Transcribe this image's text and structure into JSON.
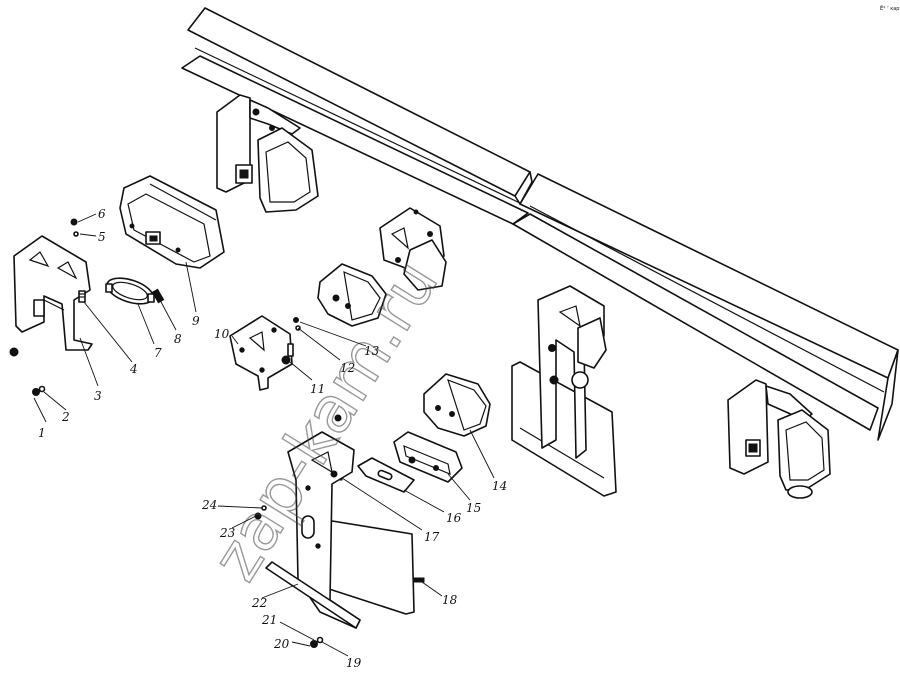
{
  "diagram": {
    "corner_mark": "Ё° ' кар",
    "watermark": "zap-kam.ru",
    "callouts": [
      {
        "label": "1"
      },
      {
        "label": "2"
      },
      {
        "label": "3"
      },
      {
        "label": "4"
      },
      {
        "label": "5"
      },
      {
        "label": "6"
      },
      {
        "label": "7"
      },
      {
        "label": "8"
      },
      {
        "label": "9"
      },
      {
        "label": "10"
      },
      {
        "label": "11"
      },
      {
        "label": "12"
      },
      {
        "label": "13"
      },
      {
        "label": "14"
      },
      {
        "label": "15"
      },
      {
        "label": "16"
      },
      {
        "label": "17"
      },
      {
        "label": "18"
      },
      {
        "label": "19"
      },
      {
        "label": "20"
      },
      {
        "label": "21"
      },
      {
        "label": "22"
      },
      {
        "label": "23"
      },
      {
        "label": "24"
      }
    ]
  }
}
